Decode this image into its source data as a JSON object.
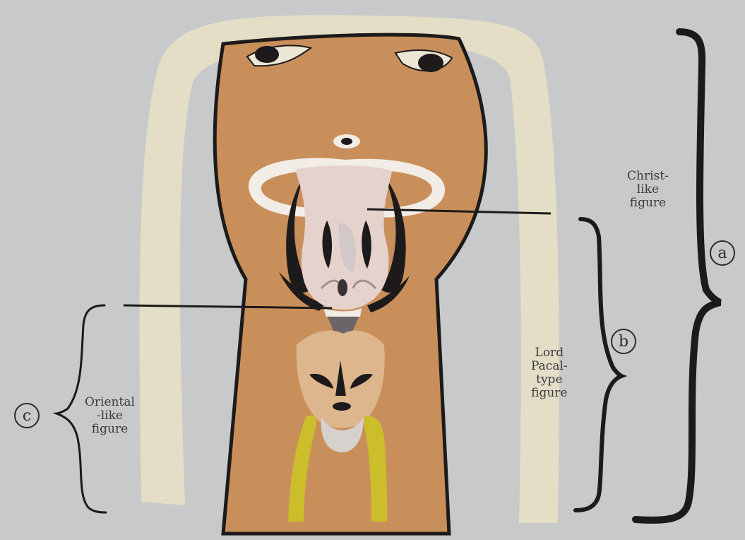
{
  "labels": {
    "a": {
      "line1": "Christ-",
      "line2": "like",
      "line3": "figure",
      "marker": "a"
    },
    "b": {
      "line1": "Lord",
      "line2": "Pacal-",
      "line3": "type",
      "line4": "figure",
      "marker": "b"
    },
    "c": {
      "line1": "Oriental",
      "line2": "-like",
      "line3": "figure",
      "marker": "c"
    }
  },
  "colors": {
    "background": "#c7c9ca",
    "cream_band": "#e5dfc4",
    "body_orange": "#c98f5b",
    "outline": "#1c1a1a",
    "pale_face": "#e6d2cc",
    "tan_face": "#ddb68d",
    "yellow": "#ccbe2a",
    "grey": "#8a8488"
  }
}
